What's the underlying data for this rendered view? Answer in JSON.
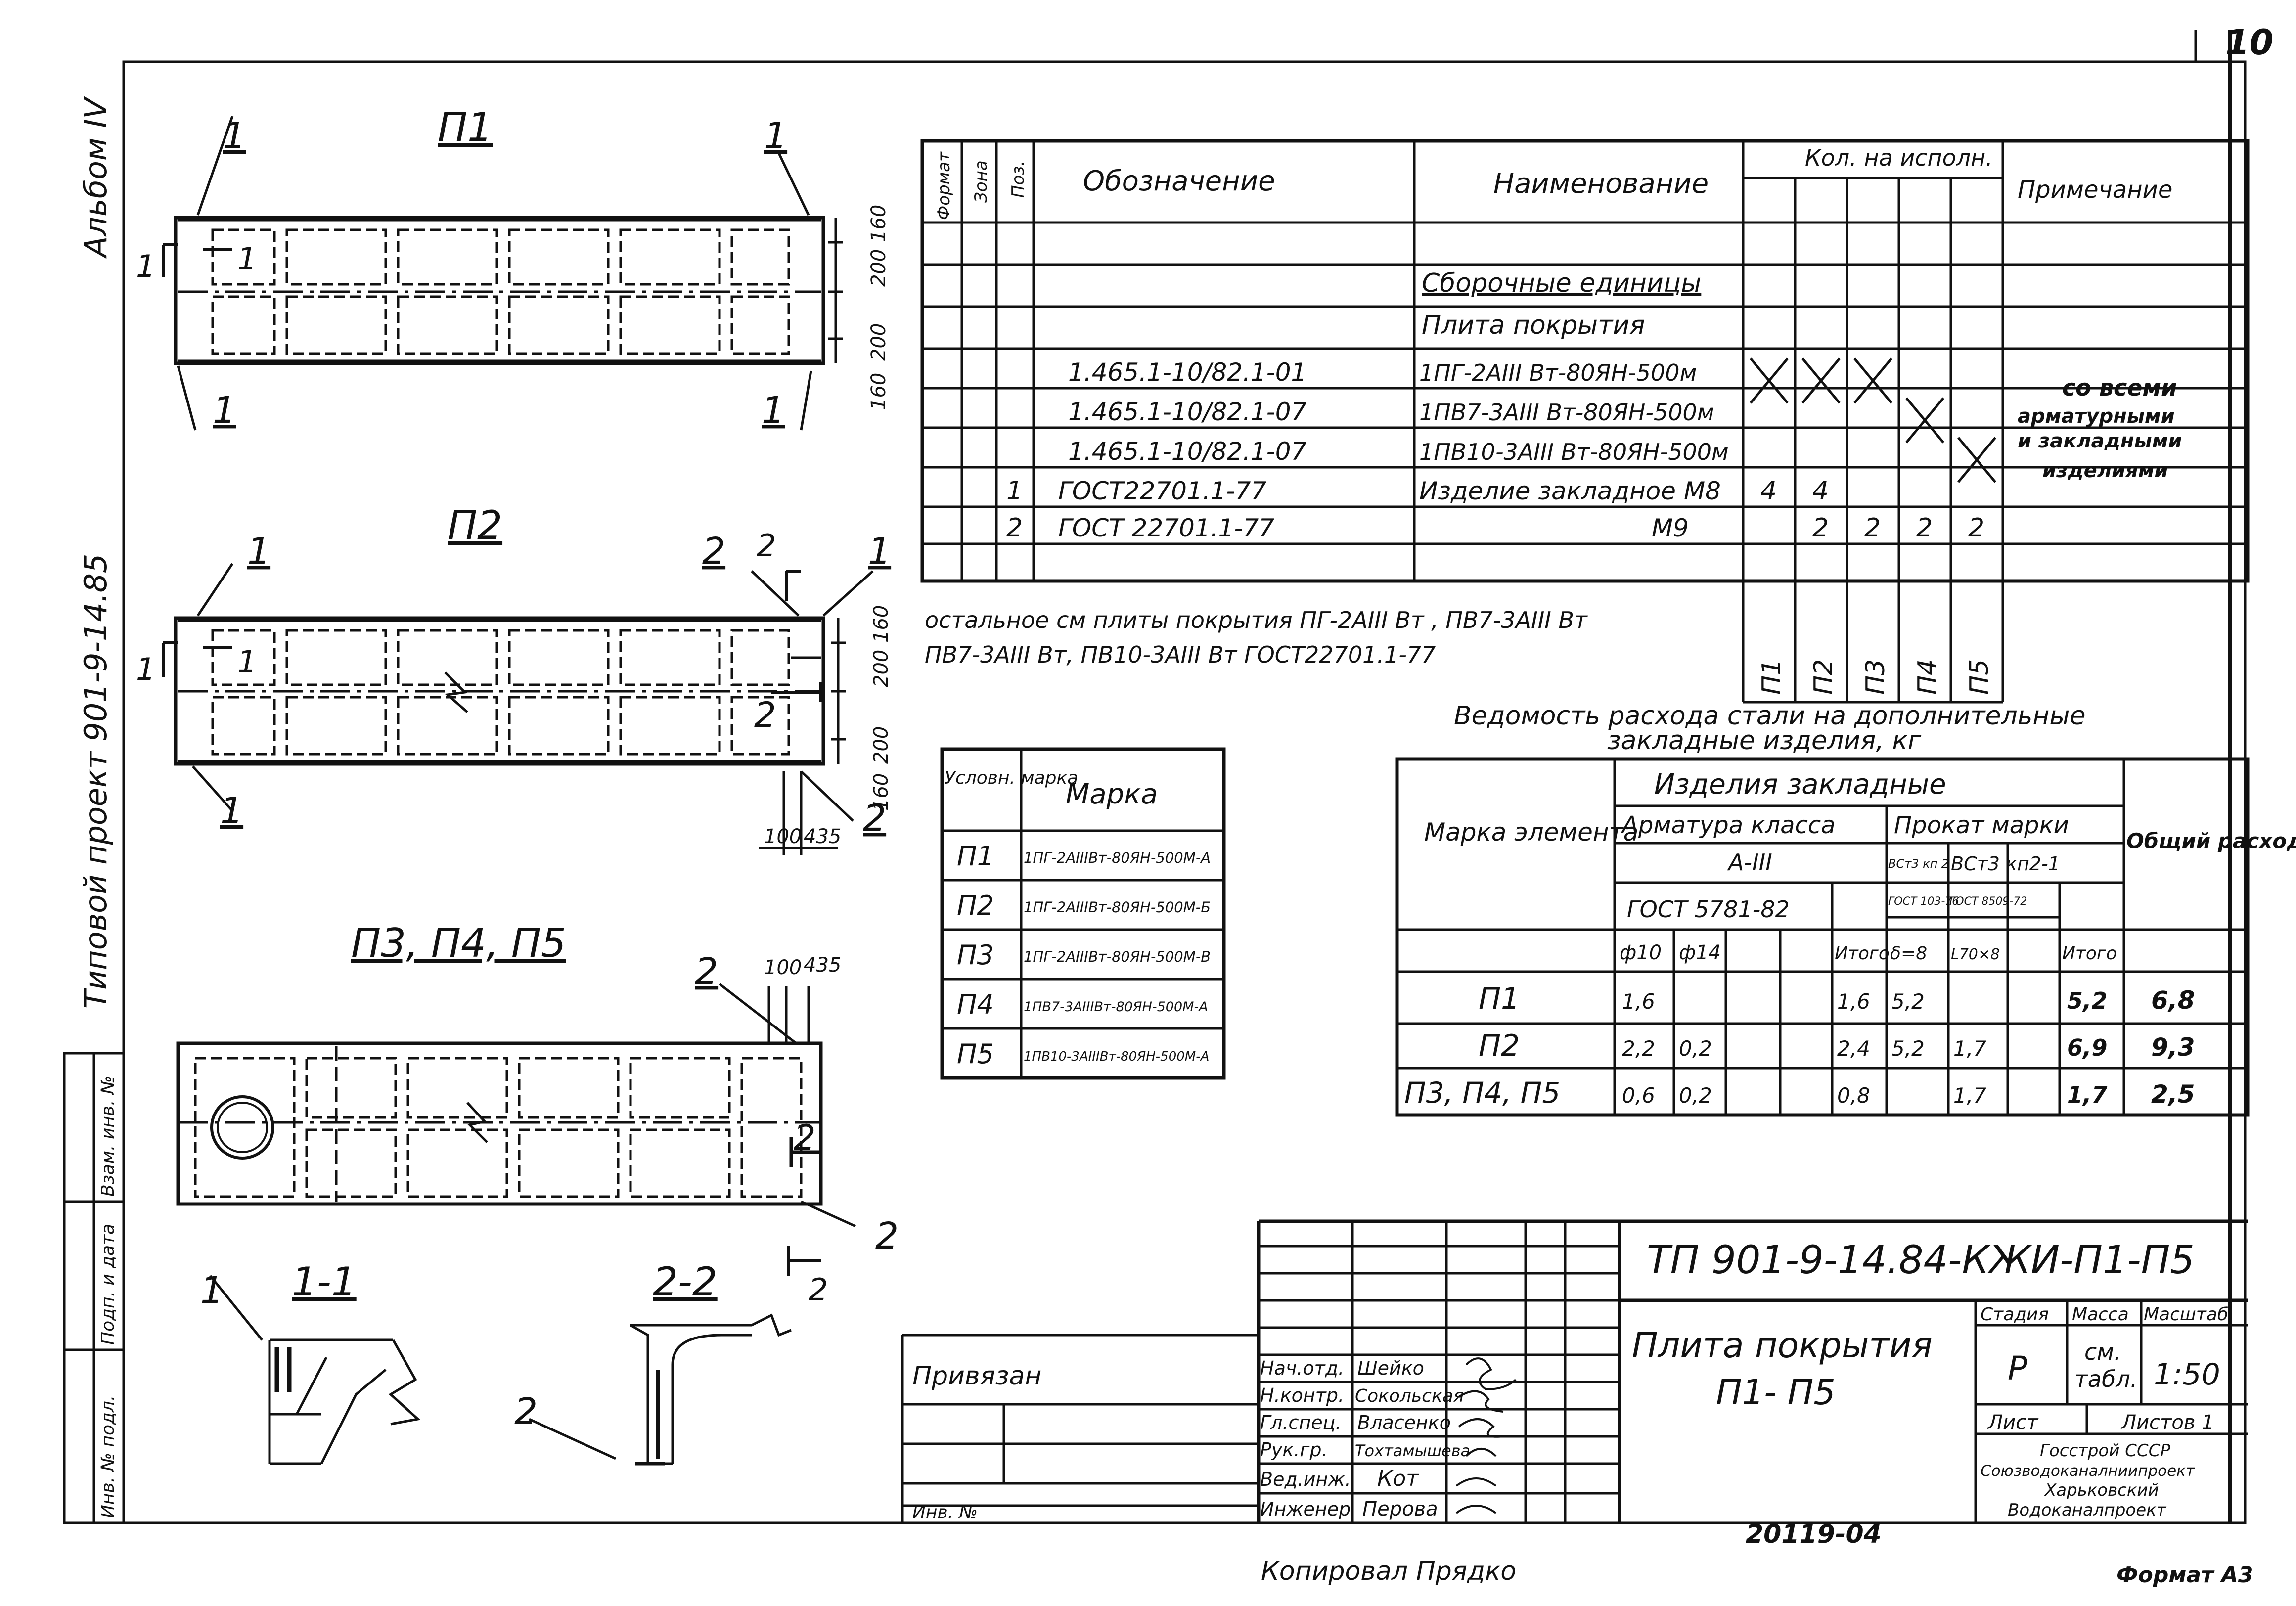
{
  "sheet": {
    "number": "10",
    "album": "Альбом IV",
    "project": "Типовой проект 901-9-14.85",
    "copied_by": "Копировал  Прядко",
    "format": "Формат А3",
    "archive_no": "20119-04",
    "left_stamp": [
      "Инв. № подл.",
      "Подп. и дата",
      "Взам. инв. №"
    ]
  },
  "views": {
    "p1": {
      "title": "П1",
      "callouts": [
        "1",
        "1",
        "1",
        "1"
      ],
      "section_mark": "1",
      "dims": [
        "160",
        "200",
        "200",
        "160"
      ]
    },
    "p2": {
      "title": "П2",
      "callouts": [
        "1",
        "1",
        "2",
        "2",
        "2"
      ],
      "section_mark": "1",
      "dims": [
        "160",
        "200",
        "200",
        "160",
        "100",
        "435"
      ]
    },
    "p345": {
      "title": "П3, П4, П5",
      "callouts": [
        "2",
        "2",
        "2"
      ],
      "dims": [
        "100",
        "435"
      ]
    },
    "section_11": {
      "title": "1-1",
      "callout": "1"
    },
    "section_22": {
      "title": "2-2",
      "callout": "2",
      "mark": "2"
    }
  },
  "spec_table": {
    "headers": {
      "format": "Формат",
      "zone": "Зона",
      "pos": "Поз.",
      "designation": "Обозначение",
      "name": "Наименование",
      "qty": "Кол. на исполн.",
      "note": "Примечание"
    },
    "section_header": "Сборочные единицы",
    "subheader": "Плита покрытия",
    "rows": [
      {
        "pos": "",
        "designation": "1.465.1-10/82.1-01",
        "name": "1ПГ-2АIII Вт-80ЯН-500м",
        "q": [
          "",
          "",
          "",
          "",
          ""
        ]
      },
      {
        "pos": "",
        "designation": "1.465.1-10/82.1-07",
        "name": "1ПВ7-3АIII Вт-80ЯН-500м",
        "q": [
          "",
          "",
          "",
          "",
          ""
        ]
      },
      {
        "pos": "",
        "designation": "1.465.1-10/82.1-07",
        "name": "1ПВ10-3АIII Вт-80ЯН-500м",
        "q": [
          "",
          "",
          "",
          "",
          ""
        ]
      },
      {
        "pos": "1",
        "designation": "ГОСТ22701.1-77",
        "name": "Изделие закладное М8",
        "q": [
          "4",
          "4",
          "",
          "",
          ""
        ]
      },
      {
        "pos": "2",
        "designation": "ГОСТ 22701.1-77",
        "name": "М9",
        "q": [
          "",
          "2",
          "2",
          "2",
          "2"
        ]
      }
    ],
    "note_lines": [
      "со всеми",
      "арматурными",
      "и закладными",
      "изделиями"
    ],
    "columns": [
      "П1",
      "П2",
      "П3",
      "П4",
      "П5"
    ],
    "footnote_lines": [
      "остальное см плиты покрытия ПГ-2АIII Вт ,  ПВ7-3АIII Вт",
      "ПВ7-3АIII Вт, ПВ10-3АIII Вт ГОСТ22701.1-77"
    ]
  },
  "mark_table": {
    "headers": {
      "cond": "Условн. марка",
      "mark": "Марка"
    },
    "rows": [
      {
        "cond": "П1",
        "mark": "1ПГ-2АIIIВт-80ЯН-500М-А"
      },
      {
        "cond": "П2",
        "mark": "1ПГ-2АIIIВт-80ЯН-500М-Б"
      },
      {
        "cond": "П3",
        "mark": "1ПГ-2АIIIВт-80ЯН-500М-В"
      },
      {
        "cond": "П4",
        "mark": "1ПВ7-3АIIIВт-80ЯН-500М-А"
      },
      {
        "cond": "П5",
        "mark": "1ПВ10-3АIIIВт-80ЯН-500М-А"
      }
    ]
  },
  "steel_table": {
    "title_line1": "Ведомость расхода стали на дополнительные",
    "title_line2": "закладные изделия, кг",
    "headers": {
      "element": "Марка элемента",
      "group": "Изделия закладные",
      "rebar": "Арматура класса",
      "rebar_class": "А-III",
      "rebar_gost": "ГОСТ 5781-82",
      "rolled": "Прокат марки",
      "rolled_a": "ВСт3 кп 2",
      "rolled_b": "ВСт3 кп2-1",
      "gost_a": "ГОСТ 103-76",
      "gost_b": "ГОСТ 8509-72",
      "total": "Общий расход",
      "c_d10": "ф10",
      "c_d14": "ф14",
      "c_itogo1": "Итого",
      "c_d8": "δ=8",
      "c_l70": "L70×8",
      "c_itogo2": "Итого"
    },
    "rows": [
      {
        "el": "П1",
        "v": [
          "1,6",
          "",
          "",
          "",
          "1,6",
          "5,2",
          "",
          "",
          "5,2"
        ],
        "total": "6,8"
      },
      {
        "el": "П2",
        "v": [
          "2,2",
          "0,2",
          "",
          "",
          "2,4",
          "5,2",
          "1,7",
          "",
          "6,9"
        ],
        "total": "9,3"
      },
      {
        "el": "П3, П4, П5",
        "v": [
          "0,6",
          "0,2",
          "",
          "",
          "0,8",
          "",
          "1,7",
          "",
          "1,7"
        ],
        "total": "2,5"
      }
    ]
  },
  "title_block": {
    "code": "ТП 901-9-14.84-КЖИ-П1-П5",
    "title_line1": "Плита покрытия",
    "title_line2": "П1- П5",
    "privyazan": "Привязан",
    "inv": "Инв. № ",
    "stage_h": "Стадия",
    "mass_h": "Масса",
    "scale_h": "Масштаб",
    "stage": "Р",
    "mass_line1": "см.",
    "mass_line2": "табл.",
    "scale": "1:50",
    "sheet_h": "Лист",
    "sheets_h": "Листов 1",
    "org": [
      "Госстрой СССР",
      "Союзводоканалниипроект",
      "Харьковский",
      "Водоканалпроект"
    ],
    "staff": [
      {
        "role": "Нач.отд.",
        "name": "Шейко"
      },
      {
        "role": "Н.контр.",
        "name": "Сокольская"
      },
      {
        "role": "Гл.спец.",
        "name": "Власенко"
      },
      {
        "role": "Рук.гр.",
        "name": "Тохтамышева"
      },
      {
        "role": "Вед.инж.",
        "name": "Кот"
      },
      {
        "role": "Инженер",
        "name": "Перова"
      }
    ]
  }
}
